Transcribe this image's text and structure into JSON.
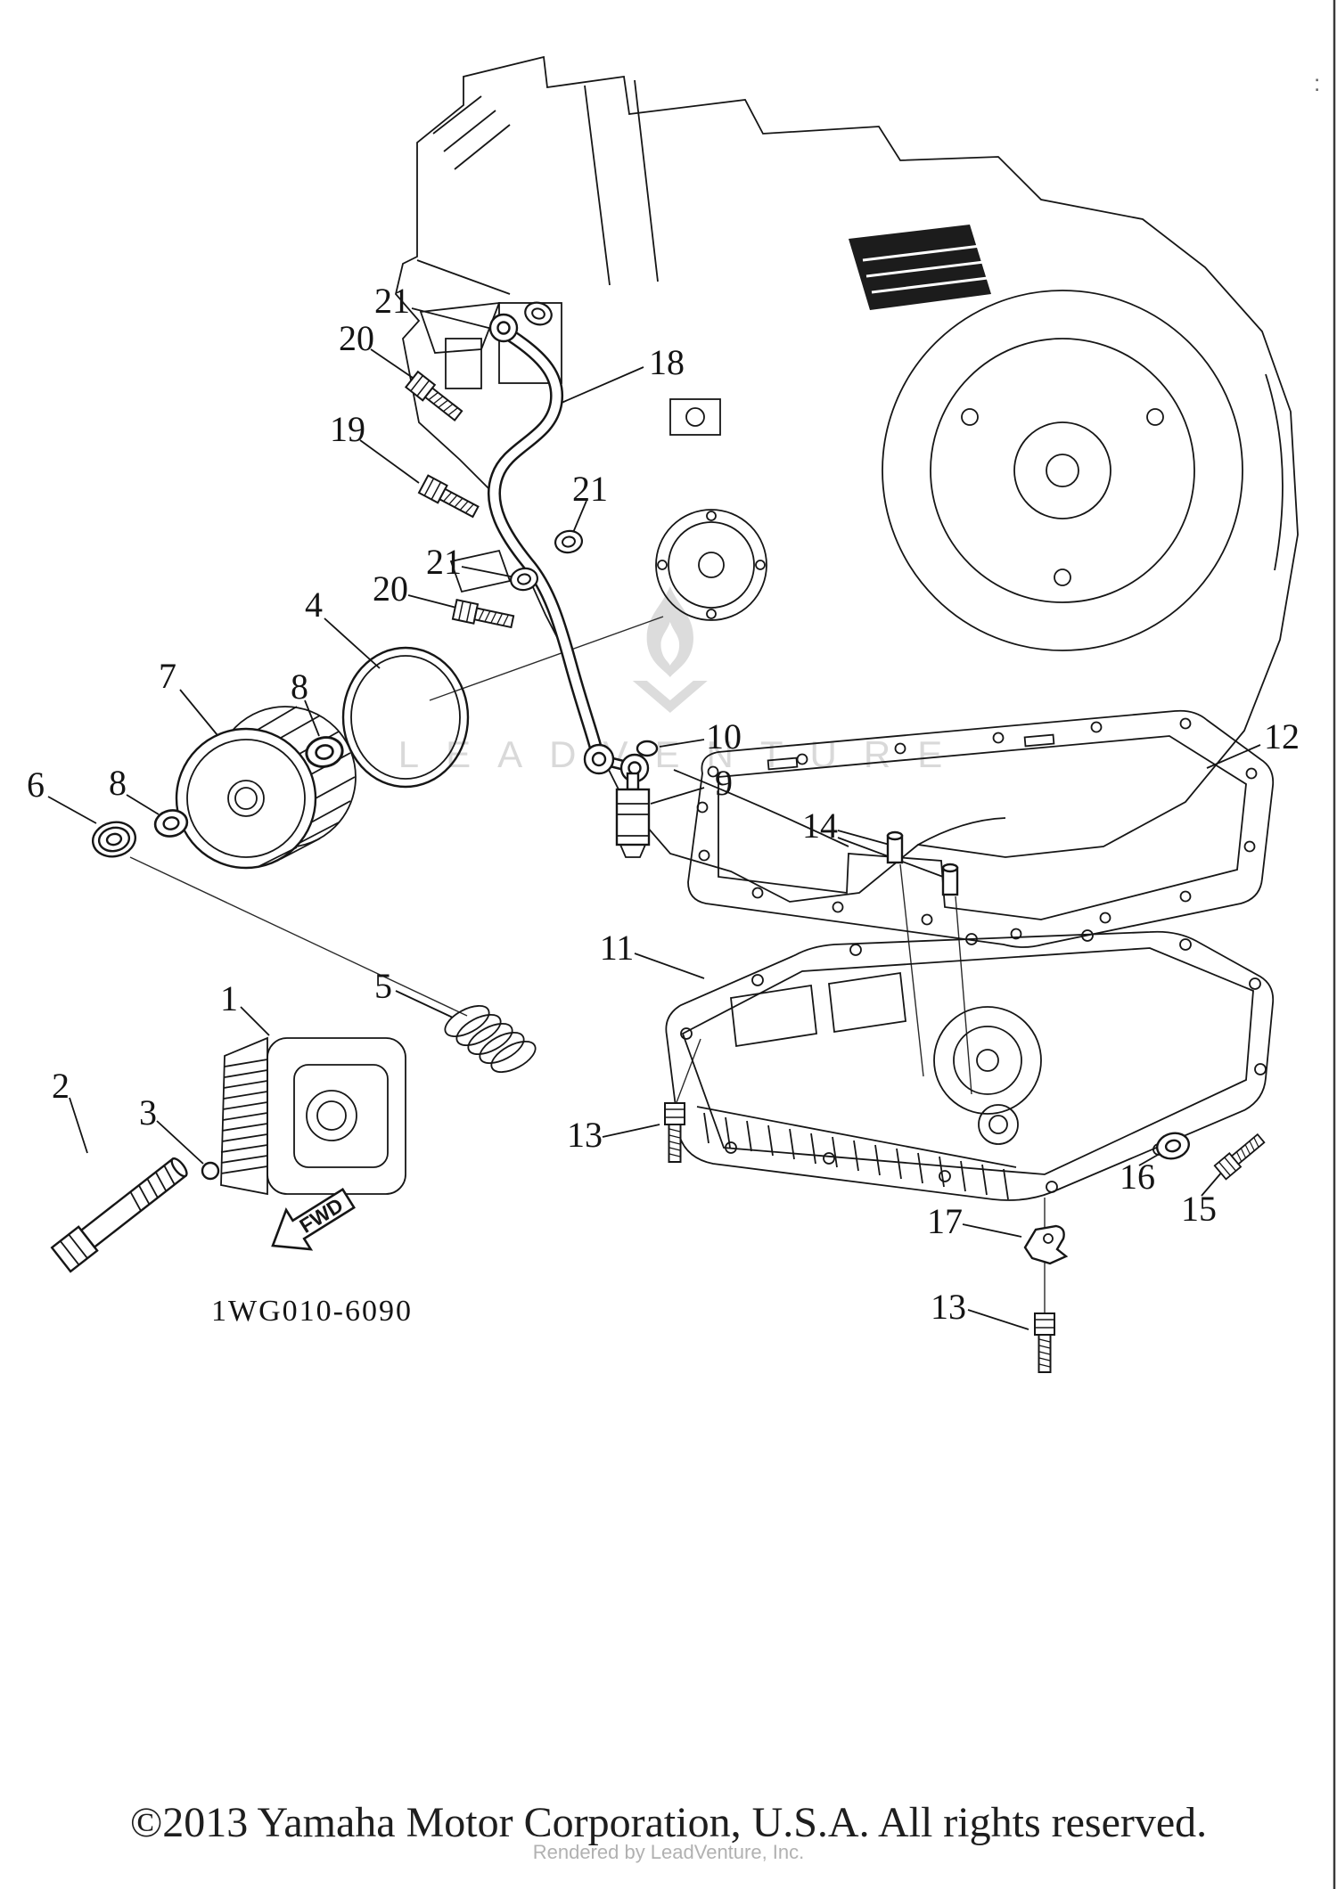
{
  "page": {
    "part_code": "1WG010-6090",
    "fwd_label": "FWD",
    "corner_mark": ":"
  },
  "watermark": {
    "brand": "LEADVENTURE",
    "color": "#d9d9d9"
  },
  "footer": {
    "copyright": "©2013 Yamaha Motor Corporation, U.S.A. All rights reserved.",
    "rendered_by": "Rendered by LeadVenture, Inc."
  },
  "diagram": {
    "description": "Exploded parts line diagram of a Yamaha engine oil cleaner, oil delivery pipe and oil pan with numbered part callouts",
    "callouts": [
      "21",
      "20",
      "18",
      "19",
      "21",
      "21",
      "20",
      "4",
      "7",
      "8",
      "6",
      "8",
      "10",
      "9",
      "12",
      "14",
      "11",
      "5",
      "1",
      "2",
      "3",
      "13",
      "16",
      "15",
      "17",
      "13"
    ]
  }
}
